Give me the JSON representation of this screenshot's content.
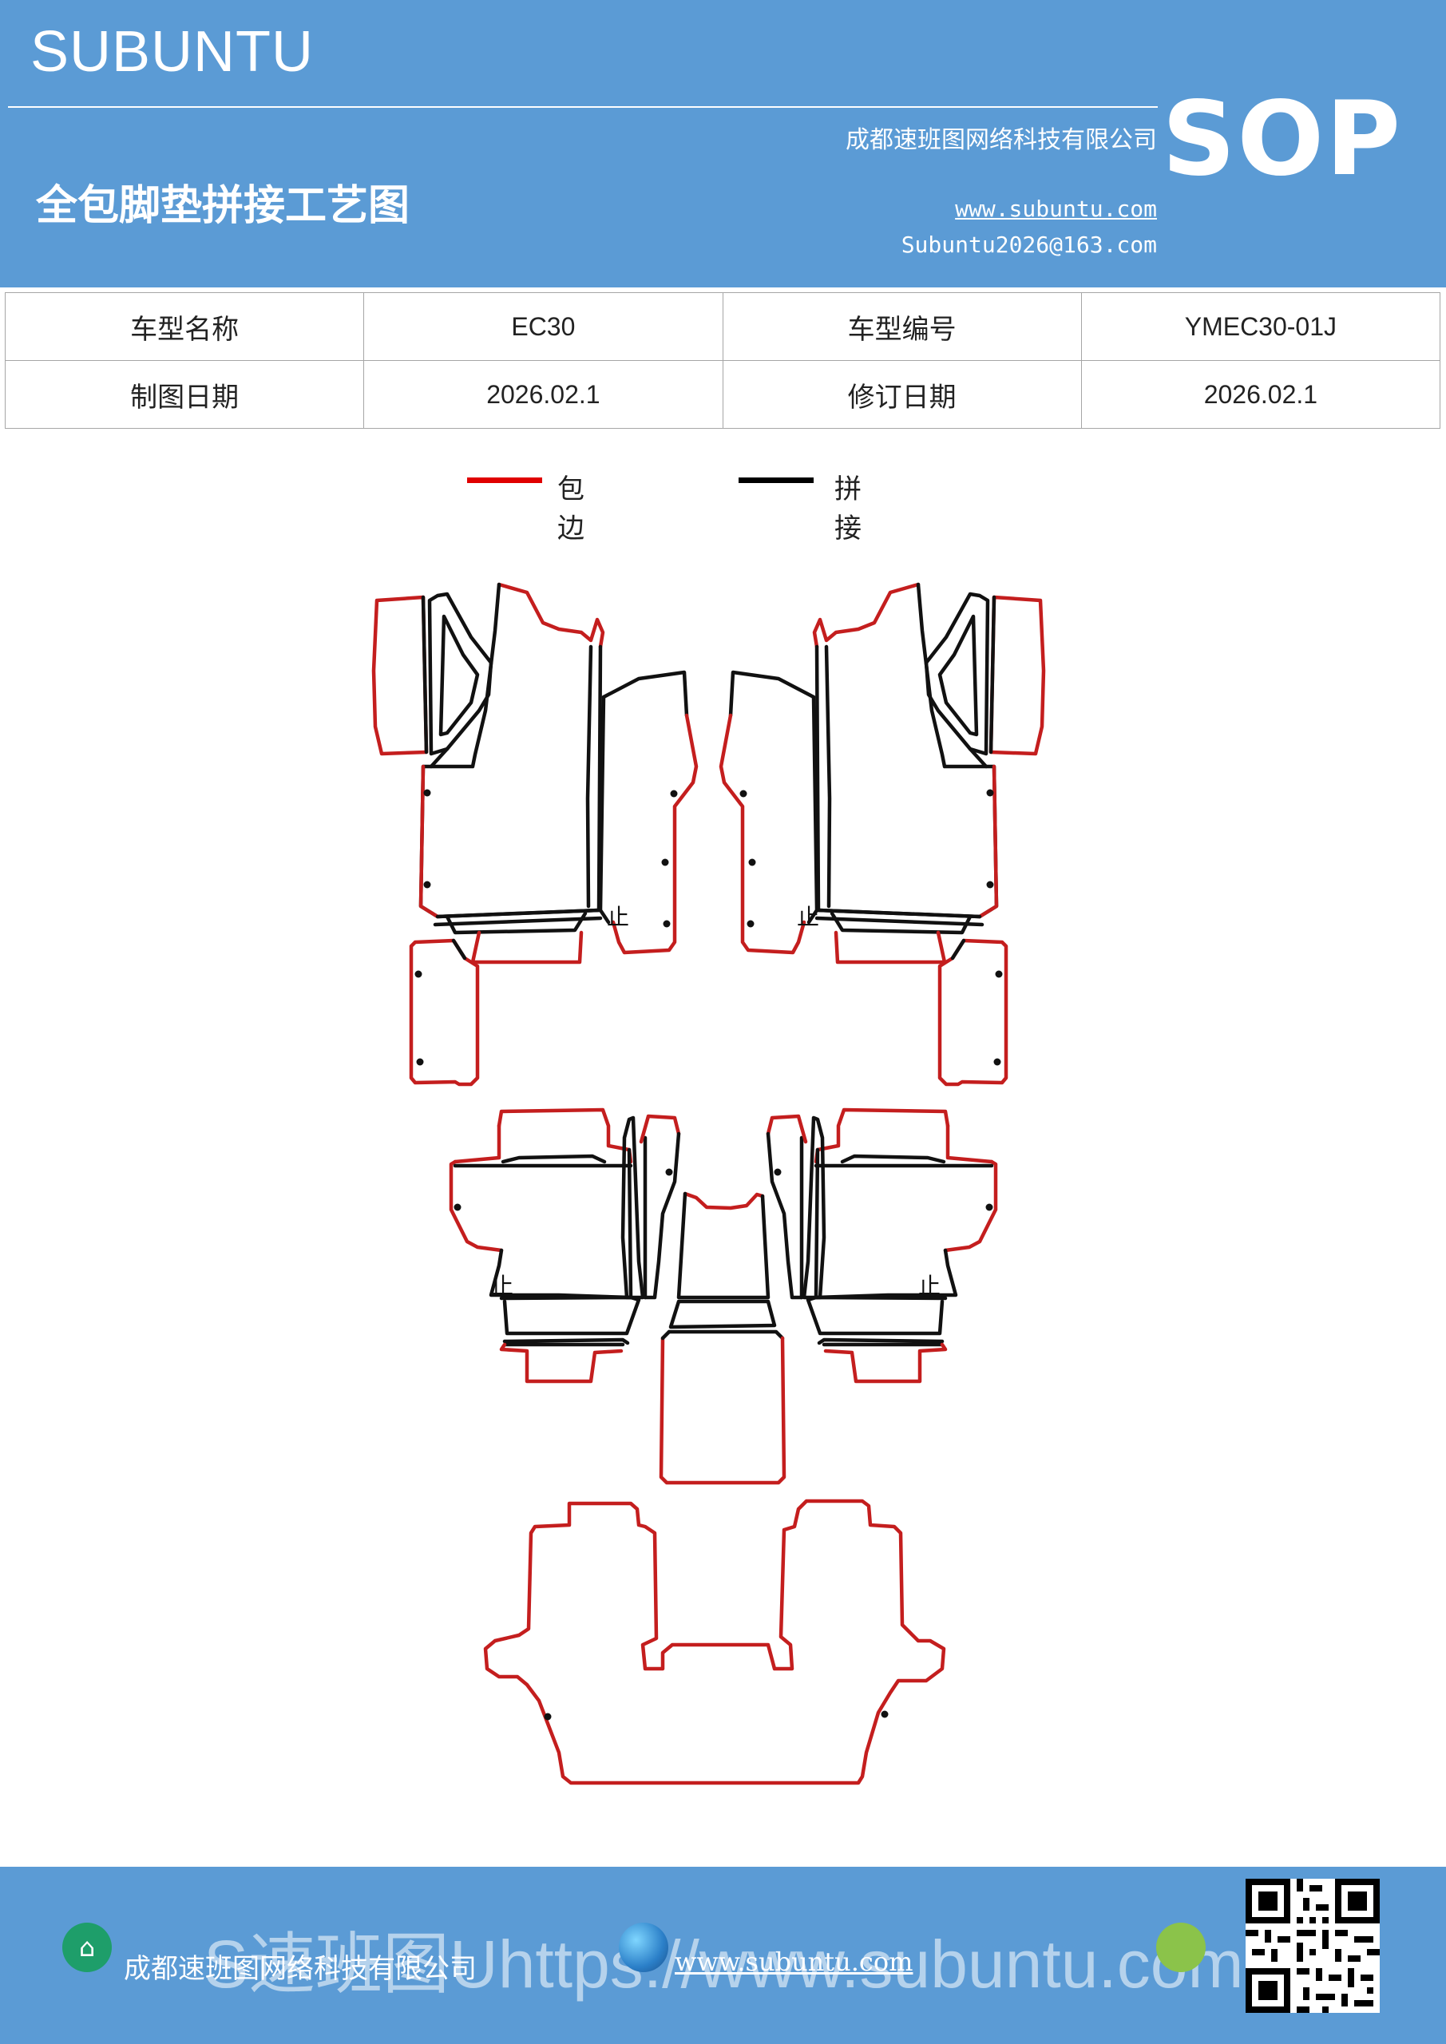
{
  "header": {
    "brand": "SUBUNTU",
    "company": "成都速班图网络科技有限公司",
    "title": "全包脚垫拼接工艺图",
    "website": "www.subuntu.com",
    "email": "Subuntu2026@163.com",
    "sop": "SOP",
    "background_color": "#5b9bd5"
  },
  "info_table": {
    "row1": {
      "label1": "车型名称",
      "value1": "EC30",
      "label2": "车型编号",
      "value2": "YMEC30-01J"
    },
    "row2": {
      "label1": "制图日期",
      "value1": "2026.02.1",
      "label2": "修订日期",
      "value2": "2026.02.1"
    }
  },
  "legend": {
    "items": [
      {
        "label": "包边",
        "color": "#e00000"
      },
      {
        "label": "拼接",
        "color": "#000000"
      }
    ]
  },
  "drawing": {
    "marker_text": "止",
    "edge_color": "#c41e1e",
    "seam_color": "#111111"
  },
  "footer": {
    "company": "成都速班图网络科技有限公司",
    "website": "www.subuntu.com",
    "watermark": "S速班图Uhttps://www.subuntu.com",
    "company_icon": "building-icon",
    "web_icon": "globe-icon",
    "wechat_icon": "wechat-icon",
    "qr": "qr-code"
  }
}
